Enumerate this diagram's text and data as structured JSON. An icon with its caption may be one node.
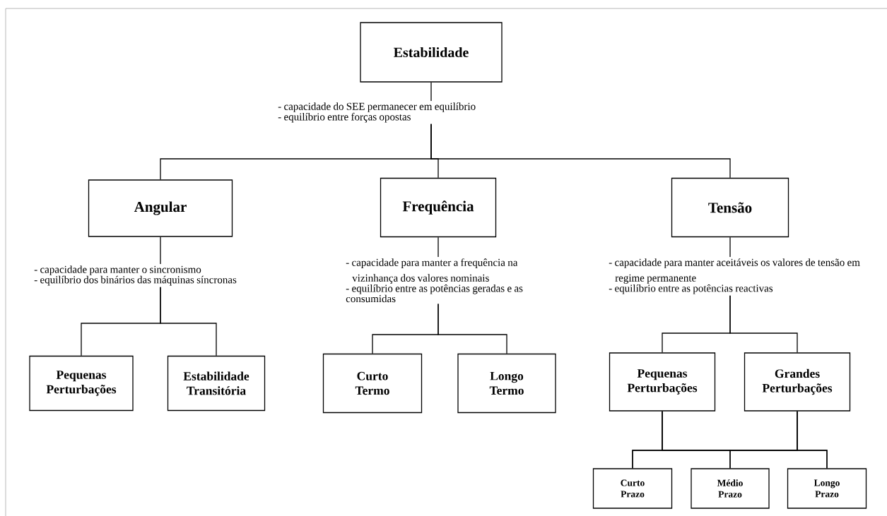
{
  "diagram": {
    "nodes": [
      {
        "text": [
          "Estabilidade"
        ]
      },
      {
        "text": [
          "- capacidade do SEE permanecer em equilíbrio",
          "- equilíbrio entre forças opostas"
        ]
      },
      {
        "text": [
          "Angular"
        ]
      },
      {
        "text": [
          "Frequência"
        ]
      },
      {
        "text": [
          "Tensão"
        ]
      },
      {
        "text": [
          "- capacidade para manter o sincronismo",
          "- equilíbrio dos binários das máquinas síncronas"
        ]
      },
      {
        "text": [
          "Pequenas Perturbações"
        ]
      },
      {
        "text": [
          "Estabilidade Transitória"
        ]
      },
      {
        "text": [
          "- capacidade para manter a frequência na vizinhança dos valores nominais",
          "- equilíbrio entre as potências geradas e as consumidas"
        ]
      },
      {
        "text": [
          "Curto Termo"
        ]
      },
      {
        "text": [
          "Longo Termo"
        ]
      },
      {
        "text": [
          "- capacidade para manter aceitáveis os valores de tensão em regime permanente",
          "- equilíbrio entre as potências reactivas"
        ]
      },
      {
        "text": [
          "Pequenas Perturbações"
        ]
      },
      {
        "text": [
          "Grandes Perturbações"
        ]
      },
      {
        "text": [
          "Curto Prazo"
        ]
      },
      {
        "text": [
          "Médio Prazo"
        ]
      },
      {
        "text": [
          "Longo Prazo"
        ]
      }
    ],
    "edges": [
      {
        "from": 0,
        "to": 1,
        "arrow": "none"
      },
      {
        "from": 1,
        "to": 2,
        "arrow": "none"
      },
      {
        "from": 1,
        "to": 3,
        "arrow": "none"
      },
      {
        "from": 1,
        "to": 4,
        "arrow": "none"
      },
      {
        "from": 2,
        "to": 5,
        "arrow": "none"
      },
      {
        "from": 5,
        "to": 6,
        "arrow": "none"
      },
      {
        "from": 5,
        "to": 7,
        "arrow": "none"
      },
      {
        "from": 3,
        "to": 8,
        "arrow": "none"
      },
      {
        "from": 8,
        "to": 9,
        "arrow": "none"
      },
      {
        "from": 8,
        "to": 10,
        "arrow": "none"
      },
      {
        "from": 4,
        "to": 11,
        "arrow": "none"
      },
      {
        "from": 11,
        "to": 12,
        "arrow": "none"
      },
      {
        "from": 11,
        "to": 13,
        "arrow": "none"
      },
      {
        "from": 12,
        "to": 14,
        "arrow": "none"
      },
      {
        "from": 12,
        "to": 15,
        "arrow": "none"
      },
      {
        "from": 12,
        "to": 16,
        "arrow": "none"
      },
      {
        "from": 13,
        "to": 14,
        "arrow": "none"
      },
      {
        "from": 13,
        "to": 15,
        "arrow": "none"
      },
      {
        "from": 13,
        "to": 16,
        "arrow": "none"
      }
    ]
  }
}
